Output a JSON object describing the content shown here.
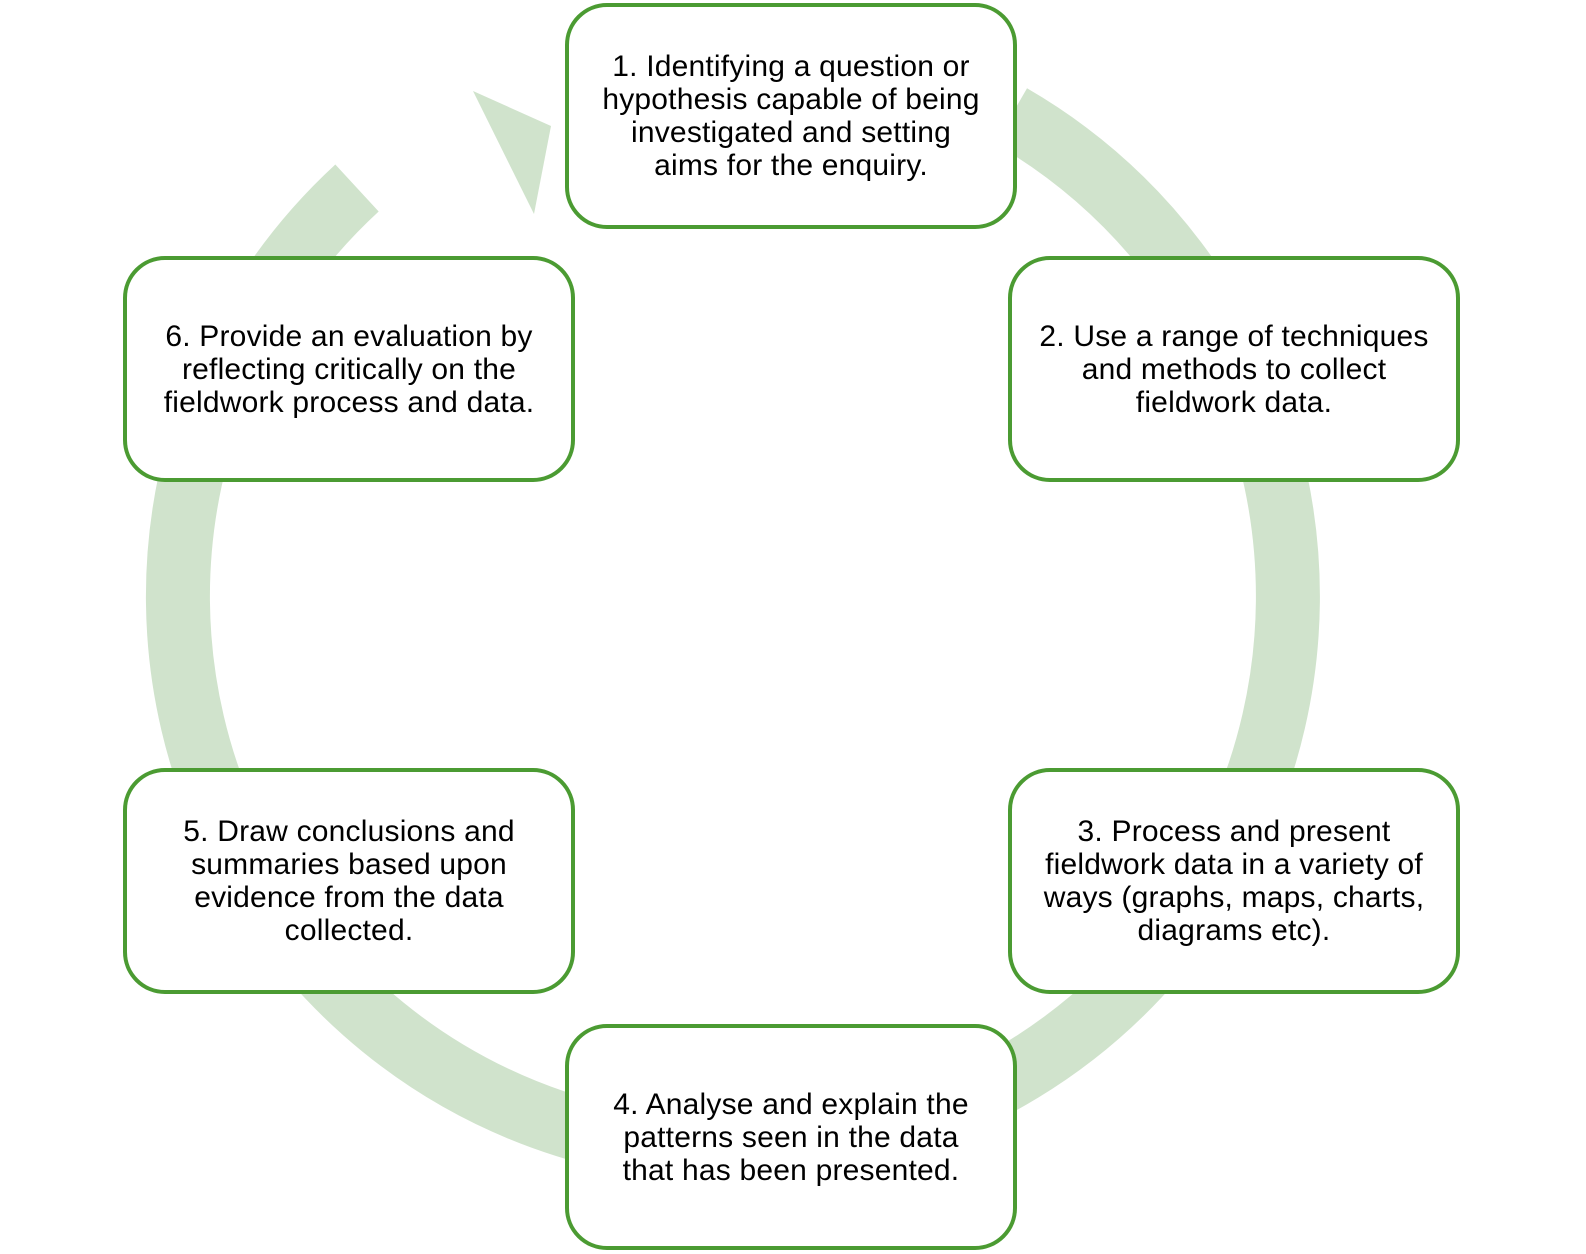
{
  "diagram": {
    "colors": {
      "ring": "#d0e3cc",
      "box_border": "#4b9b32",
      "box_fill": "#ffffff",
      "text": "#000000"
    },
    "steps": [
      {
        "label": "1. Identifying a question or\nhypothesis capable of being\ninvestigated and setting\naims for the enquiry."
      },
      {
        "label": "2. Use a range of techniques\nand methods to collect\nfieldwork data."
      },
      {
        "label": "3. Process and present\nfieldwork data in a variety of\nways (graphs, maps, charts,\ndiagrams etc)."
      },
      {
        "label": "4. Analyse and explain the\npatterns seen in the data\nthat has been presented."
      },
      {
        "label": "5. Draw conclusions and\nsummaries based upon\nevidence from the data\ncollected."
      },
      {
        "label": "6. Provide an evaluation by\nreflecting critically on the\nfieldwork process and data."
      }
    ]
  }
}
